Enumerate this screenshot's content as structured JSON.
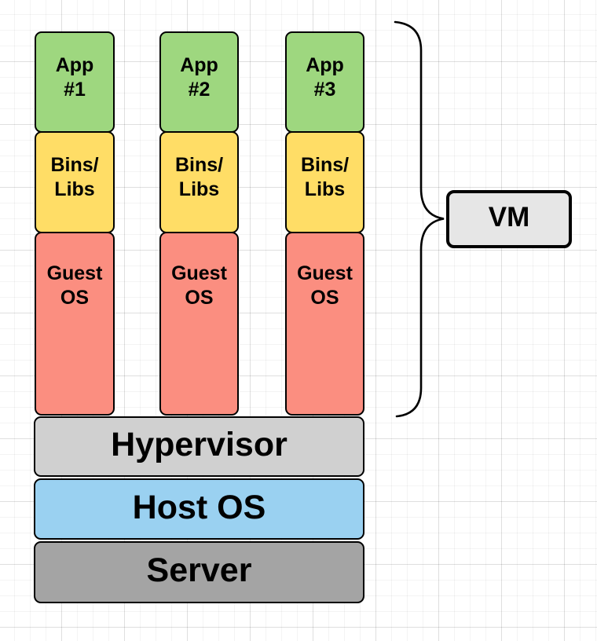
{
  "stacks": [
    {
      "app_label": "App\n#1",
      "bins_label": "Bins/\nLibs",
      "os_label": "Guest\nOS"
    },
    {
      "app_label": "App\n#2",
      "bins_label": "Bins/\nLibs",
      "os_label": "Guest\nOS"
    },
    {
      "app_label": "App\n#3",
      "bins_label": "Bins/\nLibs",
      "os_label": "Guest\nOS"
    }
  ],
  "layers": {
    "hypervisor": "Hypervisor",
    "host_os": "Host OS",
    "server": "Server"
  },
  "vm_box": {
    "label": "VM"
  },
  "colors": {
    "app_green": "#9ed77f",
    "bins_yellow": "#ffdd66",
    "guest_red": "#fb8e80",
    "hypervisor_gray": "#d0d0d0",
    "host_os_blue": "#9ad1f1",
    "server_gray": "#a4a4a4",
    "vm_fill": "#e6e6e6",
    "stroke": "#000000"
  }
}
